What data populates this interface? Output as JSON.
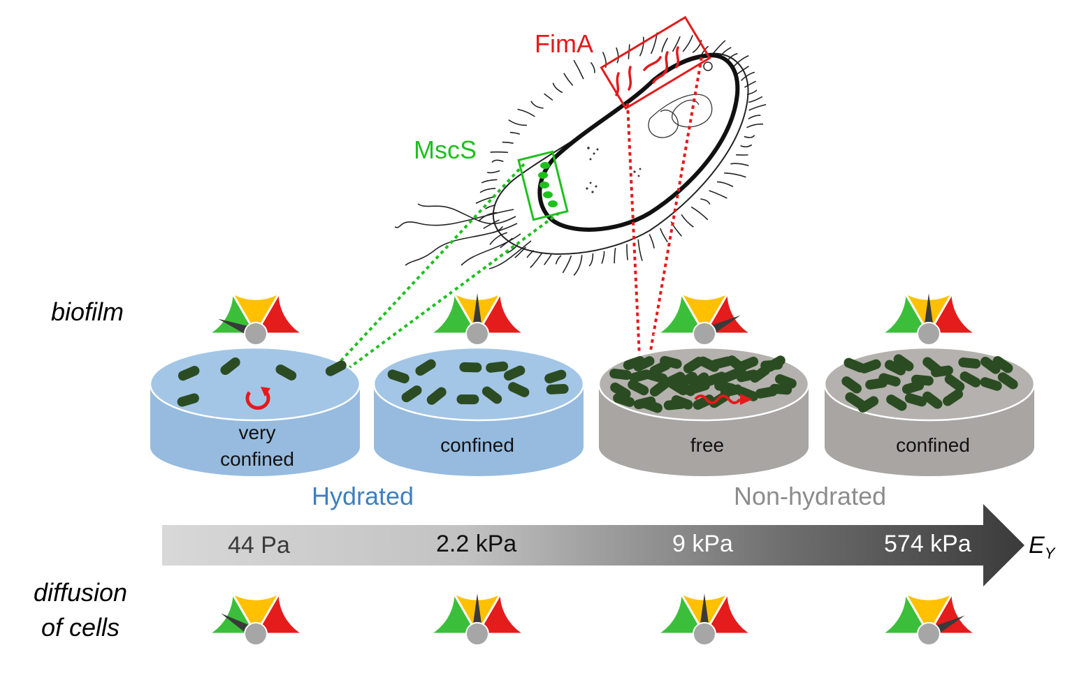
{
  "row_labels": {
    "biofilm": "biofilm",
    "diffusion_line1": "diffusion",
    "diffusion_line2": "of cells"
  },
  "proteins": {
    "fima": {
      "label": "FimA",
      "color": "#e31a1c"
    },
    "mscs": {
      "label": "MscS",
      "color": "#1ec01e"
    }
  },
  "groups": {
    "hydrated": {
      "label": "Hydrated",
      "color": "#3f7fc1"
    },
    "non_hydrated": {
      "label": "Non-hydrated",
      "color": "#8c8c8c"
    }
  },
  "axis": {
    "symbol": "E",
    "subscript": "Y",
    "stiffness_values": [
      "44 Pa",
      "2.2 kPa",
      "9 kPa",
      "574 kPa"
    ]
  },
  "discs": [
    {
      "label_line1": "very",
      "label_line2": "confined",
      "material": "hydrated",
      "bacteria_count": 5
    },
    {
      "label_line1": "confined",
      "label_line2": "",
      "material": "hydrated",
      "bacteria_count": 12
    },
    {
      "label_line1": "free",
      "label_line2": "",
      "material": "non-hydrated",
      "bacteria_count": 40
    },
    {
      "label_line1": "confined",
      "label_line2": "",
      "material": "non-hydrated",
      "bacteria_count": 24
    }
  ],
  "gauges": {
    "scale": "0 = green (low), 0.5 = yellow (medium), 1 = red (high)",
    "biofilm_levels": [
      0.12,
      0.5,
      0.85,
      0.5
    ],
    "diffusion_levels": [
      0.17,
      0.5,
      0.5,
      0.85
    ]
  },
  "colors": {
    "hydrated_disc": "#a3c6e6",
    "hydrated_disc_side": "#96bbdf",
    "non_hydrated_disc": "#b4b1ae",
    "non_hydrated_disc_side": "#a8a5a2",
    "bacterium": "#2b4c22",
    "gauge_green": "#3bbf3b",
    "gauge_yellow": "#ffc000",
    "gauge_red": "#e41c1c",
    "gauge_hub": "#a6a6a6",
    "needle": "#3a3a3a"
  }
}
